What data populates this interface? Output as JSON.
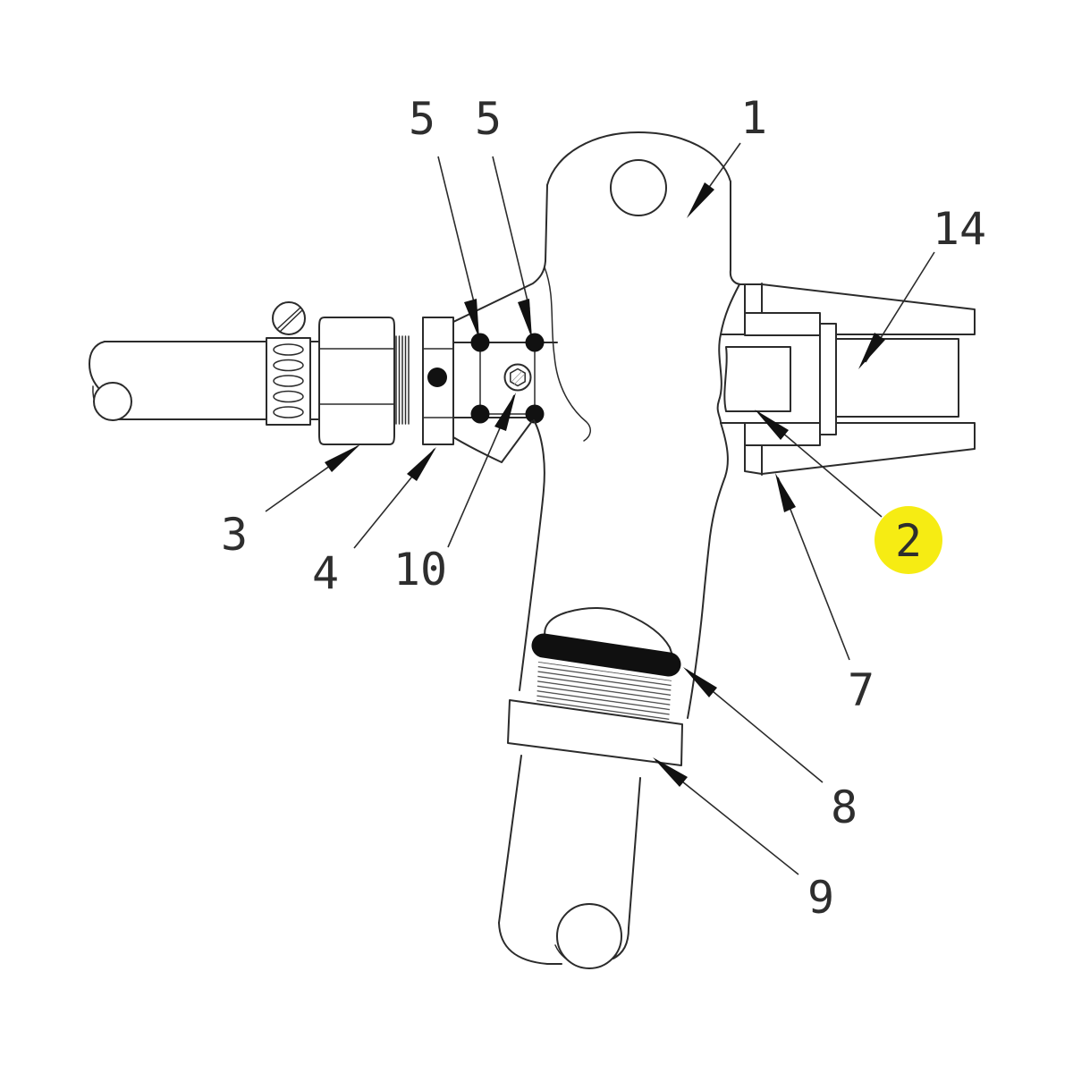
{
  "figure": {
    "kind": "technical-parts-diagram",
    "background_color": "#ffffff",
    "line_color": "#2b2b2b",
    "highlight_color": "#f6ec13",
    "stipple_color": "#cfcfcf"
  },
  "callouts": {
    "part1": {
      "label": "1",
      "highlighted": false
    },
    "part2": {
      "label": "2",
      "highlighted": true
    },
    "part3": {
      "label": "3",
      "highlighted": false
    },
    "part4": {
      "label": "4",
      "highlighted": false
    },
    "part5a": {
      "label": "5",
      "highlighted": false
    },
    "part5b": {
      "label": "5",
      "highlighted": false
    },
    "part7": {
      "label": "7",
      "highlighted": false
    },
    "part8": {
      "label": "8",
      "highlighted": false
    },
    "part9": {
      "label": "9",
      "highlighted": false
    },
    "part10": {
      "label": "10",
      "highlighted": false
    },
    "part14": {
      "label": "14",
      "highlighted": false
    }
  }
}
